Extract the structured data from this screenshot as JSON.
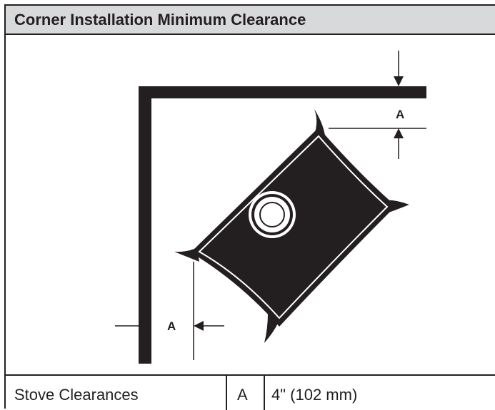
{
  "title": "Corner Installation Minimum Clearance",
  "diagram": {
    "label_top": "A",
    "label_bottom": "A",
    "colors": {
      "ink": "#231f20",
      "header": "#d8d9da",
      "background": "#ffffff"
    }
  },
  "table": {
    "rows": [
      {
        "label": "Stove Clearances",
        "key": "A",
        "value": "4\" (102 mm)"
      }
    ]
  }
}
